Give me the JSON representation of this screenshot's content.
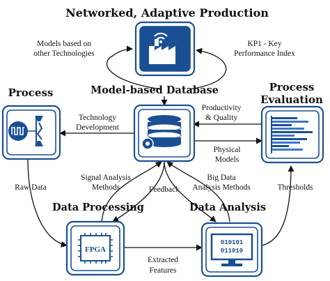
{
  "titles": {
    "networked": "Networked,  Adaptive  Production",
    "model_db": "Model-based  Database",
    "process": "Process",
    "process_eval_1": "Process",
    "process_eval_2": "Evaluation",
    "data_processing": "Data  Processing",
    "data_analysis": "Data  Analysis"
  },
  "labels": {
    "models_other_1": "Models based on",
    "models_other_2": "other Technologies",
    "kpi_1": "KP1 - Key",
    "kpi_2": "Performance Index",
    "tech_dev_1": "Technology",
    "tech_dev_2": "Development",
    "prod_quality_1": "Productivity",
    "prod_quality_2": "& Quality",
    "physical_1": "Physical",
    "physical_2": "Models",
    "signal_1": "Signal Analysis",
    "signal_2": "Methods",
    "bigdata_1": "Big Data",
    "bigdata_2": "Analysis Methods",
    "feedback": "Feedback",
    "raw_data": "Raw Data",
    "thresholds": "Thresholds",
    "extracted_1": "Extracted",
    "extracted_2": "Features"
  },
  "icons": {
    "factory": "factory-wifi-icon",
    "process": "waveform-chip-icon",
    "database": "database-gear-icon",
    "evaluation": "bar-chart-icon",
    "fpga": "fpga-chip-icon",
    "monitor": "binary-monitor-icon"
  },
  "chip_text": {
    "fpga": "FPGA"
  },
  "monitor_text": {
    "line1": "010101",
    "line2": "011010"
  },
  "colors": {
    "accent": "#1b4f94",
    "highlight": "#3a78c8",
    "text": "#111111"
  }
}
